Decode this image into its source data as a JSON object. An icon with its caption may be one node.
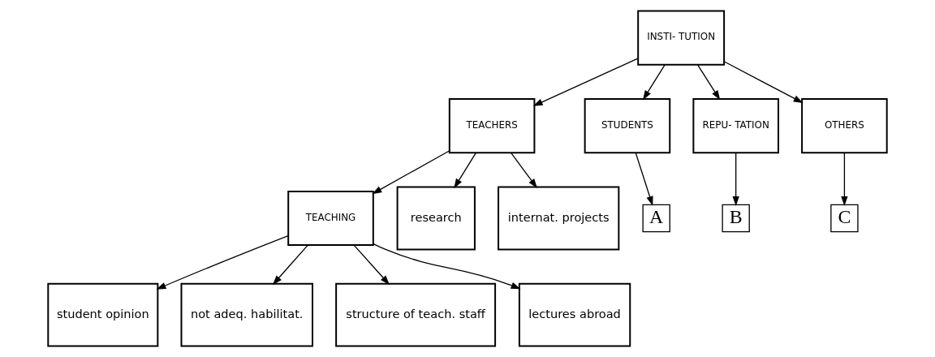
{
  "diagram": {
    "nodes": [
      {
        "text": [
          "INSTI- TUTION"
        ]
      },
      {
        "text": [
          "TEACHERS"
        ]
      },
      {
        "text": [
          "STUDENTS"
        ]
      },
      {
        "text": [
          "REPU- TATION"
        ]
      },
      {
        "text": [
          "OTHERS"
        ]
      },
      {
        "text": [
          "TEACHING"
        ]
      },
      {
        "text": [
          "research"
        ]
      },
      {
        "text": [
          "internat. projects"
        ]
      },
      {
        "text": [
          "A"
        ]
      },
      {
        "text": [
          "B"
        ]
      },
      {
        "text": [
          "C"
        ]
      },
      {
        "text": [
          "student opinion"
        ]
      },
      {
        "text": [
          "not adeq. habilitat."
        ]
      },
      {
        "text": [
          "structure of teach. staff"
        ]
      },
      {
        "text": [
          "lectures abroad"
        ]
      }
    ],
    "edges": [
      {
        "from": 0,
        "to": 1,
        "arrow": "to"
      },
      {
        "from": 0,
        "to": 2,
        "arrow": "to"
      },
      {
        "from": 0,
        "to": 3,
        "arrow": "to"
      },
      {
        "from": 0,
        "to": 4,
        "arrow": "to"
      },
      {
        "from": 1,
        "to": 5,
        "arrow": "to"
      },
      {
        "from": 1,
        "to": 6,
        "arrow": "to"
      },
      {
        "from": 1,
        "to": 7,
        "arrow": "to"
      },
      {
        "from": 2,
        "to": 8,
        "arrow": "to"
      },
      {
        "from": 3,
        "to": 9,
        "arrow": "to"
      },
      {
        "from": 4,
        "to": 10,
        "arrow": "to"
      },
      {
        "from": 5,
        "to": 11,
        "arrow": "to"
      },
      {
        "from": 5,
        "to": 12,
        "arrow": "to"
      },
      {
        "from": 5,
        "to": 13,
        "arrow": "to"
      },
      {
        "from": 5,
        "to": 14,
        "arrow": "to"
      }
    ]
  }
}
